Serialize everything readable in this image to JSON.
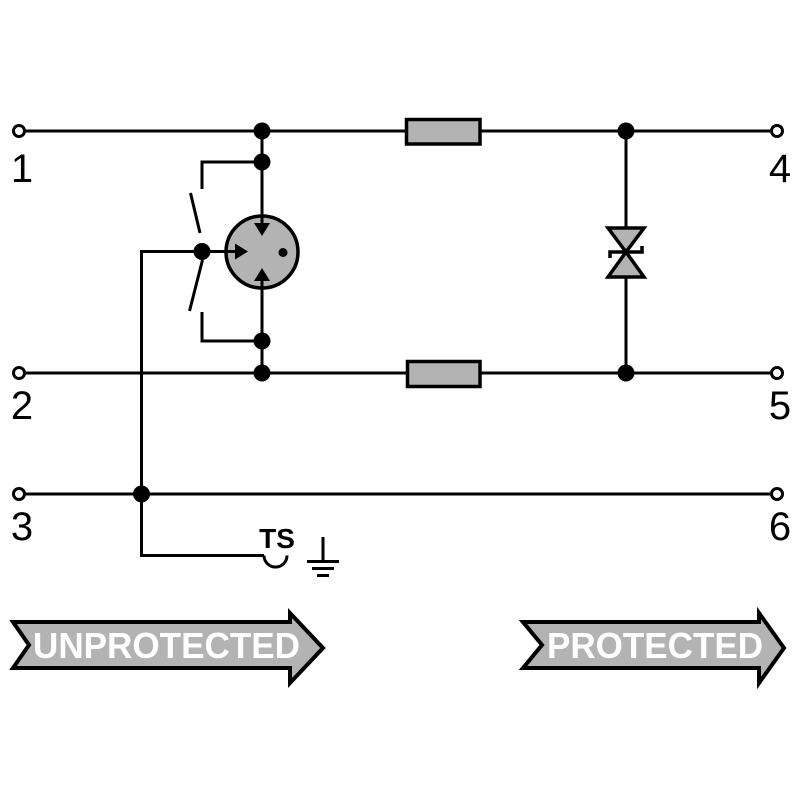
{
  "colors": {
    "line": "#000000",
    "component_fill": "#b3b3b3",
    "background": "#ffffff",
    "banner_text": "#ffffff"
  },
  "terminals": {
    "t1": "1",
    "t2": "2",
    "t3": "3",
    "t4": "4",
    "t5": "5",
    "t6": "6"
  },
  "labels": {
    "ts": "TS"
  },
  "banners": {
    "unprotected": "UNPROTECTED",
    "protected": "PROTECTED"
  },
  "icons": {
    "gas_discharge_tube": "gas-discharge-tube-icon",
    "thermal_disconnect_switch": "disconnect-switch-icon",
    "resistor_top": "resistor-icon",
    "resistor_bottom": "resistor-icon",
    "tvs_diode": "bidirectional-tvs-diode-icon",
    "earth_ground": "earth-ground-icon",
    "ts_disconnect": "ts-disconnect-hook-icon",
    "unprotected_arrow": "direction-arrow-icon",
    "protected_arrow": "direction-arrow-icon"
  }
}
